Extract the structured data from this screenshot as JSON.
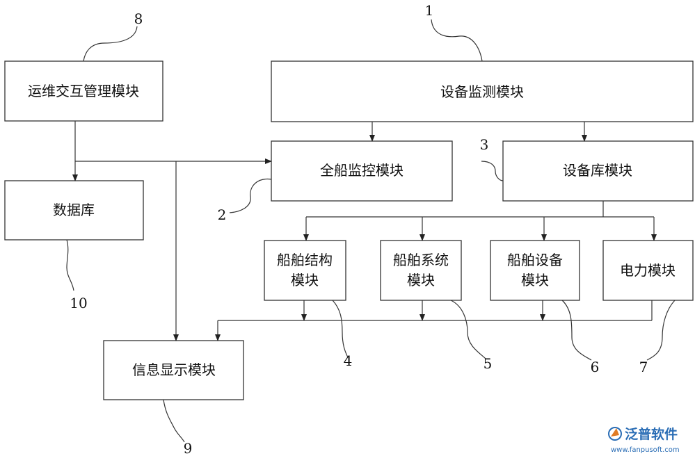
{
  "modules": {
    "device_monitor": "设备监测模块",
    "ops_interaction": "运维交互管理模块",
    "ship_monitor": "全船监控模块",
    "device_library": "设备库模块",
    "database": "数据库",
    "ship_structure": [
      "船舶结构",
      "模块"
    ],
    "ship_system": [
      "船舶系统",
      "模块"
    ],
    "ship_equipment": [
      "船舶设备",
      "模块"
    ],
    "power": "电力模块",
    "info_display": "信息显示模块"
  },
  "refs": {
    "r1": "1",
    "r2": "2",
    "r3": "3",
    "r4": "4",
    "r5": "5",
    "r6": "6",
    "r7": "7",
    "r8": "8",
    "r9": "9",
    "r10": "10"
  },
  "watermark": {
    "brand": "泛普软件",
    "url": "www.fanpusoft.com",
    "icon": "fanpu-logo-icon"
  }
}
